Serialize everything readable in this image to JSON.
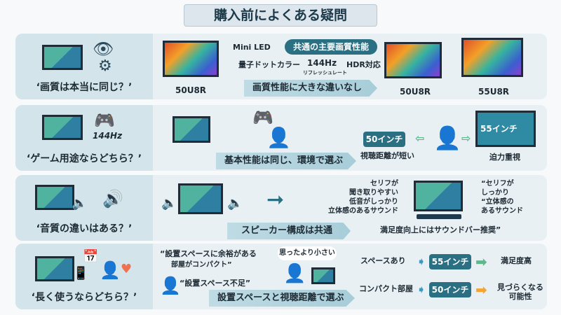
{
  "title": "購入前によくある疑問",
  "rows": [
    {
      "question": "‘画質は本当に同じ？’",
      "common_badge": "共通の主要画質性能",
      "features": [
        "Mini LED",
        "量子ドットカラー",
        "144Hz",
        "リフレッシュレート",
        "HDR対応"
      ],
      "conclusion": "画質性能に大きな違いなし",
      "models": [
        "50U8R",
        "50U8R",
        "55U8R"
      ]
    },
    {
      "question": "‘ゲーム用途ならどちら？’",
      "hz": "144Hz",
      "conclusion": "基本性能は同じ、環境で選ぶ",
      "size_small": "50インチ",
      "small_note": "視聴距離が短い",
      "size_large": "55インチ",
      "large_note": "迫力重視"
    },
    {
      "question": "‘音質の違いはある？’",
      "conclusion": "スピーカー構成は共通",
      "left_notes": [
        "セリフが",
        "聞き取りやすい",
        "低音がしっかり",
        "立体感のあるサウンド"
      ],
      "right_notes": [
        "“セリフが",
        "しっかり",
        "“立体感の",
        "あるサウンド"
      ],
      "soundbar_note": "満足度向上にはサウンドバー推奨”"
    },
    {
      "question": "‘長く使うならどちら？’",
      "quote1": "“設置スペースに余裕がある",
      "quote1b": "部屋がコンパクト”",
      "quote2": "“設置スペース不足”",
      "bubble": "思ったより小さい",
      "conclusion": "設置スペースと視聴距離で選ぶ",
      "case1": {
        "label": "スペースあり",
        "size": "55インチ",
        "result": "満足度高"
      },
      "case2": {
        "label": "コンパクト部屋",
        "size": "50インチ",
        "result": "見づらくなる",
        "result2": "可能性"
      }
    }
  ],
  "colors": {
    "badge": "#2a6f82",
    "green_arrow": "#5fb88c",
    "orange_arrow": "#f5a431",
    "band": "#a7cdd9"
  }
}
